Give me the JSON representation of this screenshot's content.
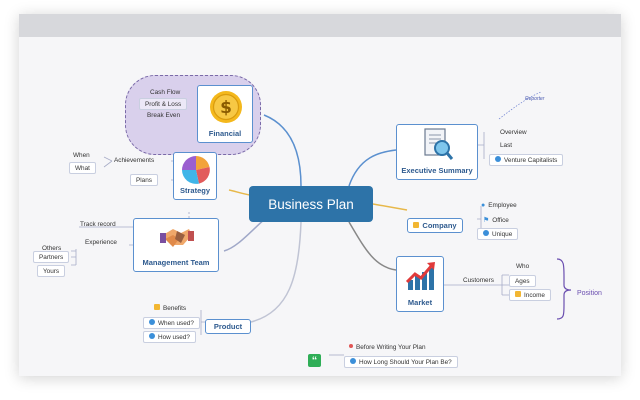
{
  "central": "Business Plan",
  "financial": {
    "title": "Financial",
    "items": [
      "Cash Flow",
      "Profit & Loss",
      "Break Even"
    ]
  },
  "strategy": {
    "title": "Strategy",
    "items": [
      "Achievements",
      "Plans"
    ],
    "achievements_children": [
      "When",
      "What"
    ]
  },
  "management": {
    "title": "Management Team",
    "items": [
      "Track record",
      "Experience"
    ],
    "experience_children": [
      "Others",
      "Partners",
      "Yours"
    ]
  },
  "product": {
    "title": "Product",
    "items": [
      "Benefits",
      "When used?",
      "How used?"
    ]
  },
  "executive": {
    "title": "Executive Summary",
    "items": [
      "Overview",
      "Last",
      "Venture Capitalists"
    ],
    "note": "Reporter"
  },
  "company": {
    "title": "Company",
    "items": [
      "Employee",
      "Office",
      "Unique"
    ]
  },
  "market": {
    "title": "Market",
    "customers_label": "Customers",
    "items": [
      "Who",
      "Ages",
      "Income"
    ],
    "boundary_label": "Position"
  },
  "notes": {
    "items": [
      "Before Writing Your Plan",
      "How Long Should Your Plan Be?"
    ]
  },
  "colors": {
    "central": "#2d73a8",
    "topic_border": "#5b90cf",
    "cloud": "#d9d0ec",
    "accent_purple": "#6b4fb0"
  }
}
